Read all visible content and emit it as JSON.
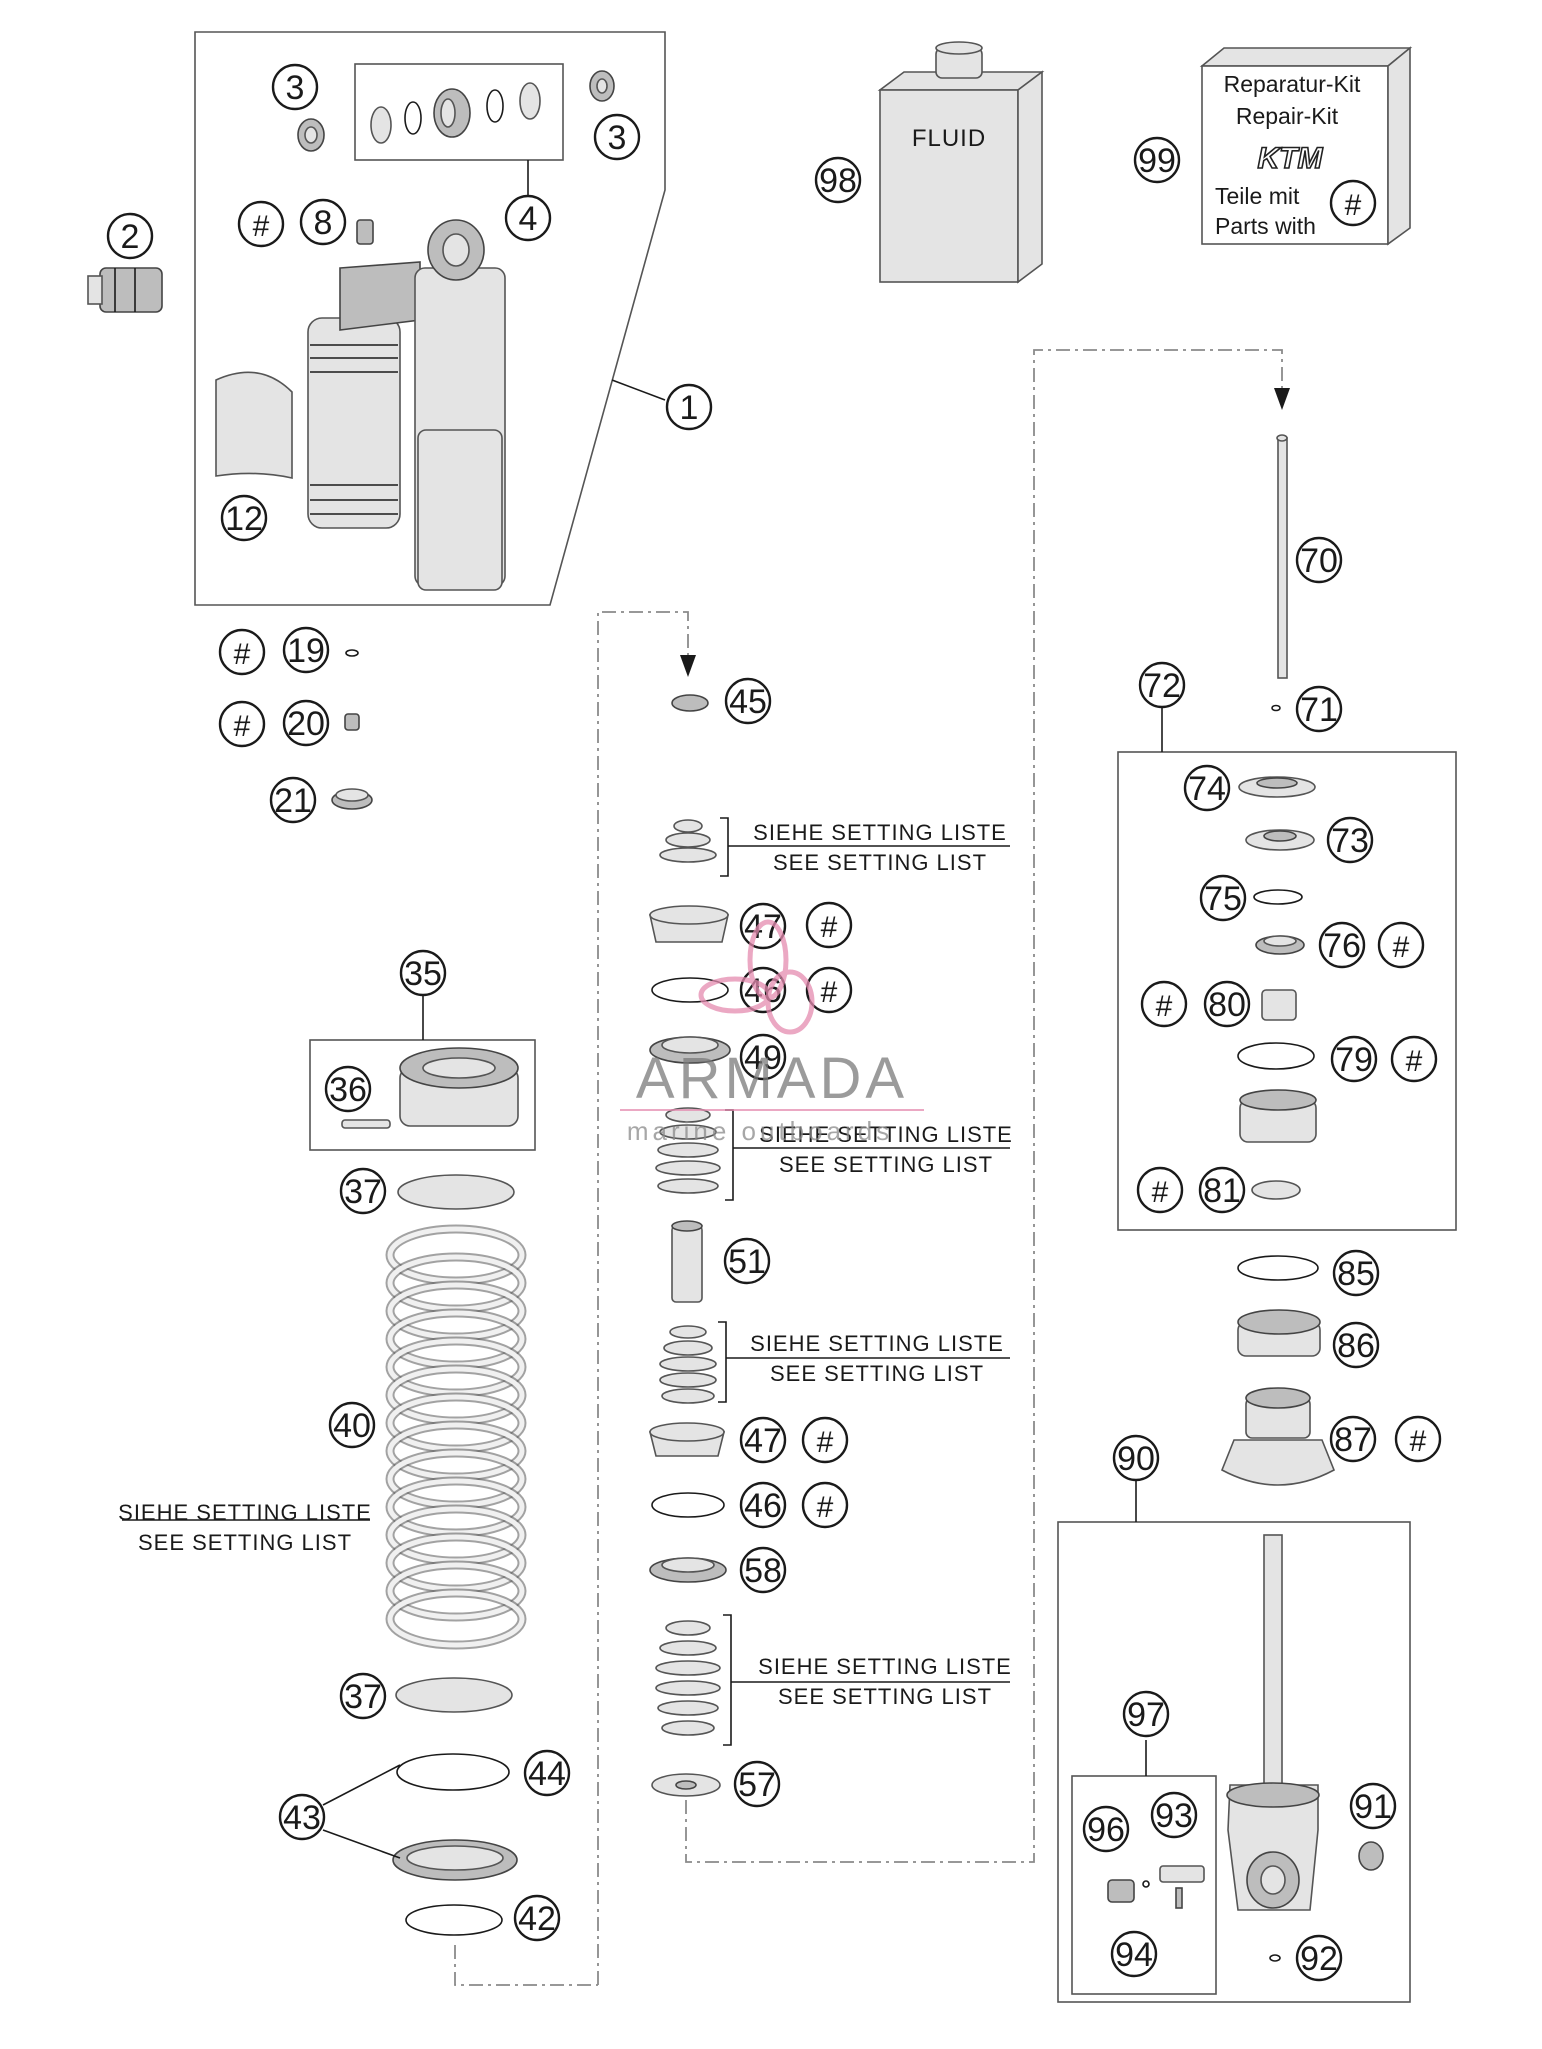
{
  "labels": {
    "fluid": "FLUID",
    "kit_line1": "Reparatur-Kit",
    "kit_line2": "Repair-Kit",
    "kit_brand": "KTM",
    "kit_line3": "Teile mit",
    "kit_line4": "Parts with",
    "setting_de": "SIEHE SETTING LISTE",
    "setting_en": "SEE SETTING LIST",
    "watermark_main": "ARMADA",
    "watermark_sub": "marine outboards"
  },
  "hash_symbol": "#",
  "callouts": [
    "1",
    "2",
    "3",
    "4",
    "8",
    "12",
    "19",
    "20",
    "21",
    "35",
    "36",
    "37",
    "40",
    "42",
    "43",
    "44",
    "45",
    "46",
    "47",
    "49",
    "51",
    "57",
    "58",
    "70",
    "71",
    "72",
    "73",
    "74",
    "75",
    "76",
    "79",
    "80",
    "81",
    "85",
    "86",
    "87",
    "90",
    "91",
    "92",
    "93",
    "94",
    "96",
    "97",
    "98",
    "99"
  ],
  "colors": {
    "line": "#1a1a1a",
    "part_light": "#e4e4e4",
    "part_dark": "#bdbdbd",
    "watermark": "#e58bb0"
  }
}
